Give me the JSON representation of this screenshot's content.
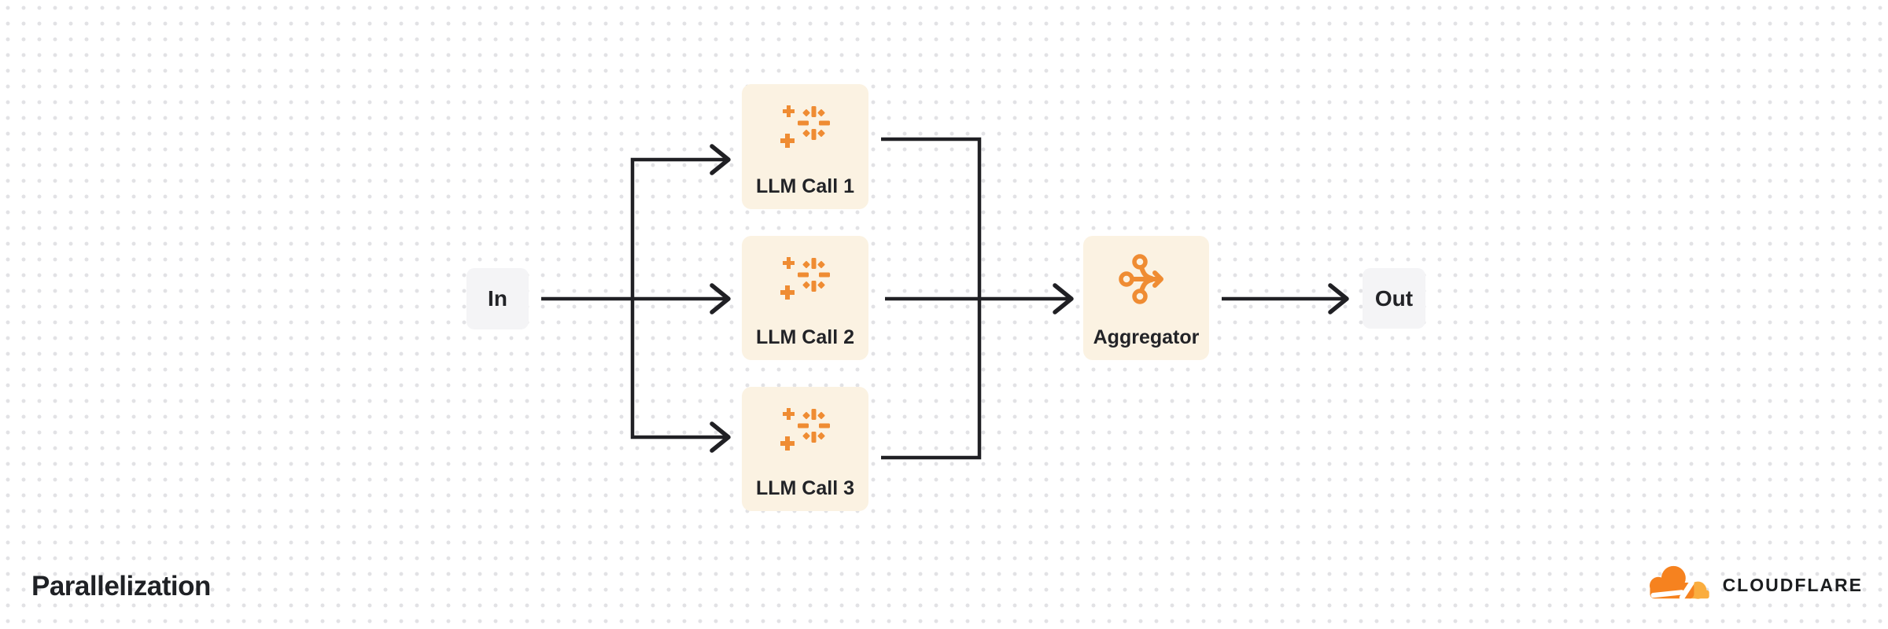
{
  "diagram": {
    "title": "Parallelization",
    "type": "workflow-flowchart",
    "nodes": [
      {
        "id": "in",
        "label": "In",
        "kind": "io"
      },
      {
        "id": "llm-call-1",
        "label": "LLM Call 1",
        "kind": "task",
        "icon": "sparkle-icon"
      },
      {
        "id": "llm-call-2",
        "label": "LLM Call 2",
        "kind": "task",
        "icon": "sparkle-icon"
      },
      {
        "id": "llm-call-3",
        "label": "LLM Call 3",
        "kind": "task",
        "icon": "sparkle-icon"
      },
      {
        "id": "aggregator",
        "label": "Aggregator",
        "kind": "task",
        "icon": "merge-icon"
      },
      {
        "id": "out",
        "label": "Out",
        "kind": "io"
      }
    ],
    "edges": [
      {
        "from": "in",
        "to": "llm-call-1"
      },
      {
        "from": "in",
        "to": "llm-call-2"
      },
      {
        "from": "in",
        "to": "llm-call-3"
      },
      {
        "from": "llm-call-1",
        "to": "aggregator"
      },
      {
        "from": "llm-call-2",
        "to": "aggregator"
      },
      {
        "from": "llm-call-3",
        "to": "aggregator"
      },
      {
        "from": "aggregator",
        "to": "out"
      }
    ]
  },
  "branding": {
    "logo_text": "CLOUDFLARE"
  },
  "colors": {
    "c-accent": "#EF8C33",
    "c-cf-orange": "#F6821F",
    "c-cf-light": "#FAAD3F",
    "c-node": "#FBF2E2",
    "c-io": "#F4F4F6",
    "c-line": "#202024",
    "c-text": "#222327",
    "c-dot": "#E2E2E5"
  }
}
